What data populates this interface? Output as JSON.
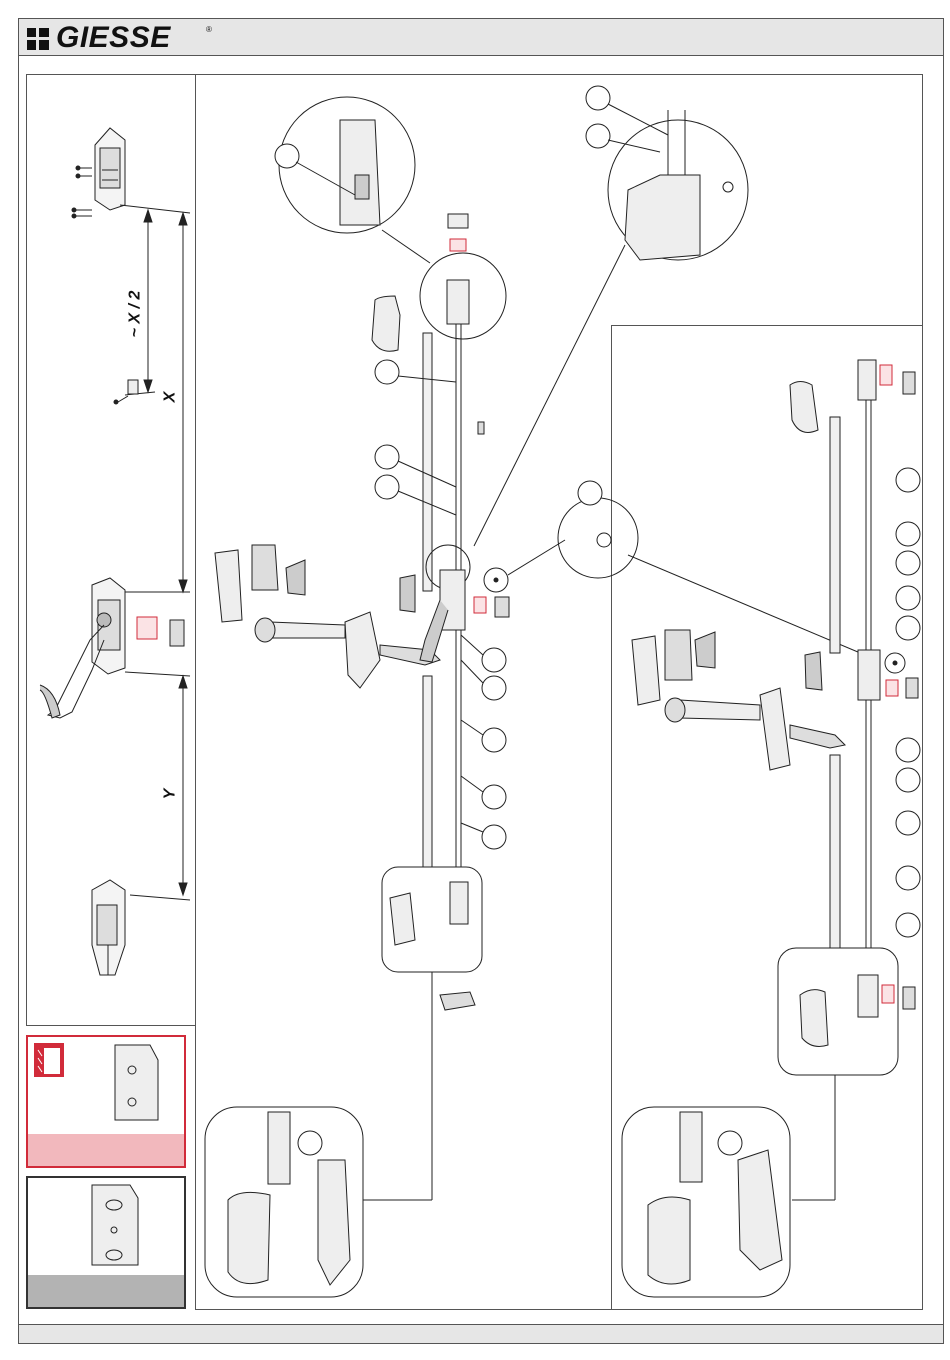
{
  "brand": {
    "name": "GIESSE",
    "registered": "®"
  },
  "dimensions": {
    "half_x": "~ X / 2",
    "x": "X",
    "y": "Y"
  },
  "colors": {
    "accent_red": "#d12b3a",
    "panel_grey": "#e6e6e6",
    "band_grey": "#b3b3b3",
    "band_pink": "#f2b8bd"
  },
  "icons": [
    "fire-door-icon"
  ]
}
